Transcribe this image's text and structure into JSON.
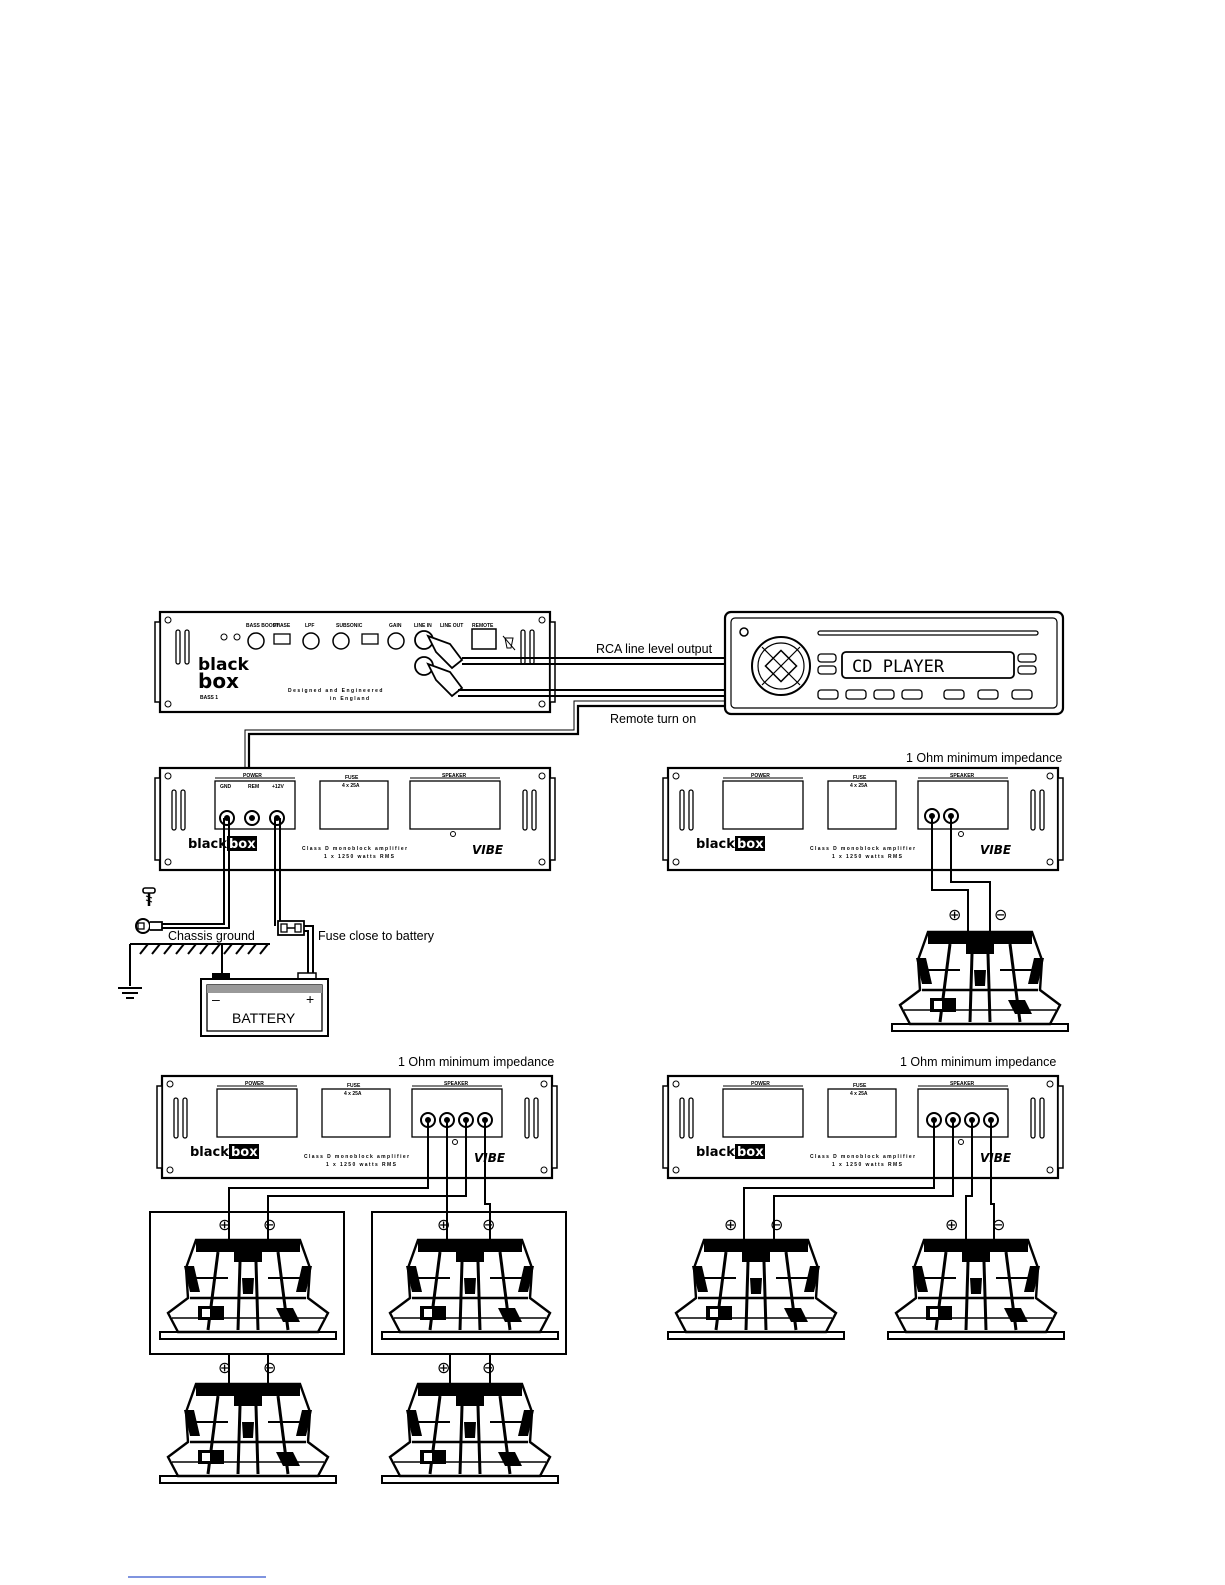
{
  "labels": {
    "rca": "RCA line level output",
    "remote": "Remote turn on",
    "impedance_right_top": "1 Ohm minimum impedance",
    "impedance_left_bottom": "1 Ohm minimum impedance",
    "impedance_right_bottom": "1 Ohm minimum impedance",
    "chassis": "Chassis ground",
    "fuse": "Fuse close to battery"
  },
  "head_unit": {
    "display": "CD PLAYER"
  },
  "battery": {
    "label": "BATTERY",
    "minus": "–",
    "plus": "+"
  },
  "bass_unit": {
    "logo_line1": "black",
    "logo_line2": "box",
    "model": "BASS 1",
    "tagline1": "Designed and Engineered",
    "tagline2": "in England",
    "controls": {
      "bass_boost": "BASS BOOST",
      "phase": "PHASE",
      "lpf": "LPF",
      "subsonic": "SUBSONIC",
      "gain": "GAIN",
      "line_in": "LINE IN",
      "line_out": "LINE OUT",
      "remote": "REMOTE"
    }
  },
  "amp": {
    "logo_a": "black",
    "logo_b": "box",
    "power": "POWER",
    "fuse": "FUSE",
    "fuse_rating": "4 x 25A",
    "speaker": "SPEAKER",
    "gnd": "GND",
    "rem": "REM",
    "plus12": "+12V",
    "desc1": "Class D monoblock amplifier",
    "desc2": "1 x 1250 watts RMS",
    "brand": "VIBE"
  },
  "polarity": {
    "plus": "⊕",
    "minus": "⊖"
  }
}
